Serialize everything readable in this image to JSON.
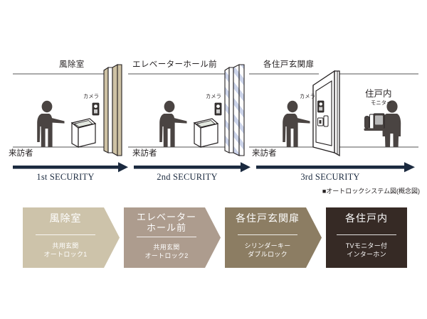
{
  "diagram": {
    "caption": "■オートロックシステム図(概念図)",
    "zones": [
      {
        "id": "entrance-vestibule",
        "header": "風除室",
        "visitor_label": "来訪者",
        "camera_label": "カメラ",
        "security_label": "1st SECURITY",
        "door_type": "solid-door",
        "door_color": "#cec2a4"
      },
      {
        "id": "elevator-hall-front",
        "header": "エレベーターホール前",
        "visitor_label": "来訪者",
        "camera_label": "カメラ",
        "security_label": "2nd SECURITY",
        "door_type": "glass-door",
        "door_color": "#ccd4ea"
      },
      {
        "id": "dwelling-entrance-door",
        "header": "各住戸玄関扉",
        "visitor_label": "来訪者",
        "camera_label": "カメラ",
        "security_label": "3rd SECURITY",
        "door_type": "swing-door",
        "door_color": "#ffffff"
      }
    ],
    "interior": {
      "header": "住戸内",
      "monitor_label": "モニター"
    }
  },
  "banners": [
    {
      "title": "風除室",
      "title_lines": [
        "風除室"
      ],
      "subtitle_lines": [
        "共用玄関",
        "オートロック1"
      ],
      "color": "#cdc3aa"
    },
    {
      "title": "エレベーターホール前",
      "title_lines": [
        "エレベーター",
        "ホール前"
      ],
      "subtitle_lines": [
        "共用玄関",
        "オートロック2"
      ],
      "color": "#ad9c8e"
    },
    {
      "title": "各住戸玄関扉",
      "title_lines": [
        "各住戸玄関扉"
      ],
      "subtitle_lines": [
        "シリンダーキー",
        "ダブルロック"
      ],
      "color": "#8c7d63"
    },
    {
      "title": "各住戸内",
      "title_lines": [
        "各住戸内"
      ],
      "subtitle_lines": [
        "TVモニター付",
        "インターホン"
      ],
      "color": "#362a25"
    }
  ],
  "colors": {
    "arrow": "#1b2a3f",
    "silhouette": "#4a4442",
    "floor_line": "#555555",
    "door_solid": "#cec2a4",
    "door_glass": "#ccd4ea"
  }
}
